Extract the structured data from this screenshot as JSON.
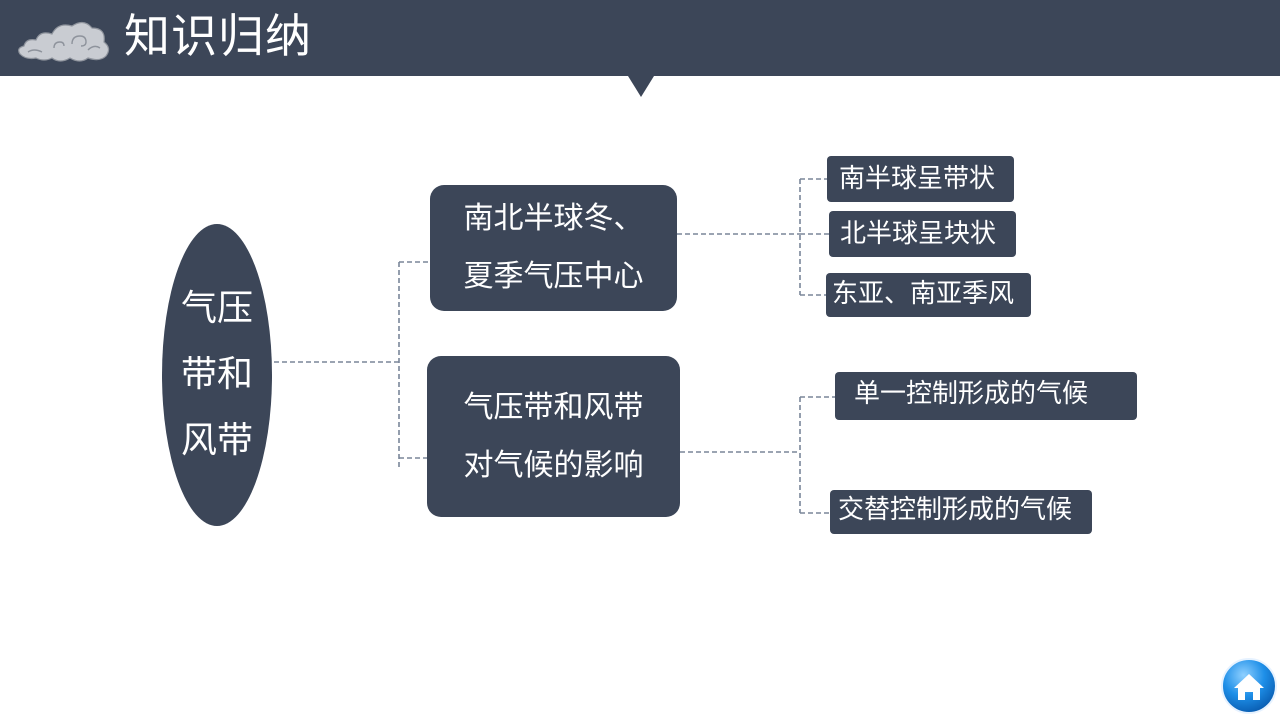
{
  "header": {
    "title": "知识归纳",
    "icons": {
      "logo": "auspicious-cloud-icon",
      "nav": "home-icon"
    }
  },
  "diagram": {
    "root": {
      "lines": [
        "气压",
        "带和",
        "风带"
      ]
    },
    "branches": [
      {
        "lines": [
          "南北半球冬、",
          "夏季气压中心"
        ],
        "children": [
          "南半球呈带状",
          "北半球呈块状",
          "东亚、南亚季风"
        ]
      },
      {
        "lines": [
          "气压带和风带",
          "对气候的影响"
        ],
        "children": [
          "单一控制形成的气候",
          "交替控制形成的气候"
        ]
      }
    ]
  },
  "colors": {
    "header_bg": "#3c4658",
    "node_bg": "#3c4658",
    "node_text": "#ffffff",
    "connector": "#7a8699",
    "home_button": "#1e8fe8"
  }
}
